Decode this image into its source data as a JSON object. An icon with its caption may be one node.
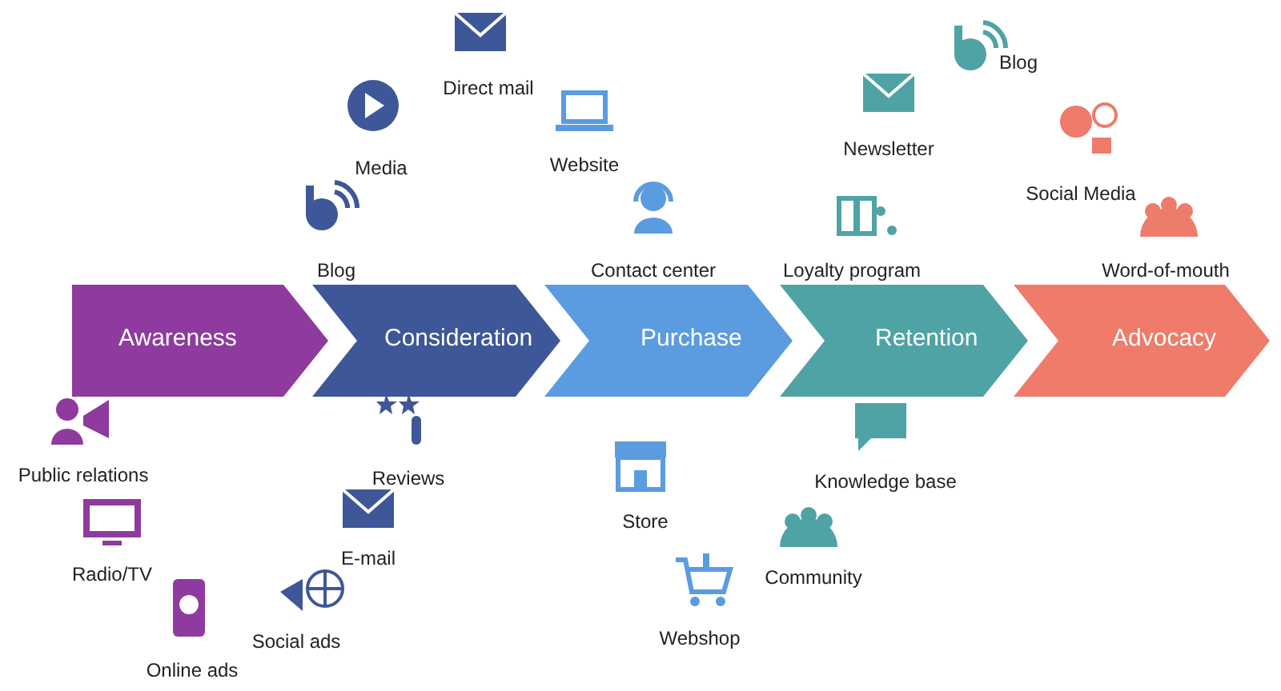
{
  "diagram": {
    "nodes": [
      {
        "text": [
          "Awareness"
        ]
      },
      {
        "text": [
          "Consideration"
        ]
      },
      {
        "text": [
          "Purchase"
        ]
      },
      {
        "text": [
          "Retention"
        ]
      },
      {
        "text": [
          "Advocacy"
        ]
      }
    ],
    "edges": [],
    "labels": [
      "Direct mail",
      "Media",
      "Website",
      "Blog",
      "Contact center",
      "Newsletter",
      "Blog",
      "Social Media",
      "Loyalty program",
      "Word-of-mouth",
      "Public relations",
      "Reviews",
      "Radio/TV",
      "E-mail",
      "Store",
      "Knowledge base",
      "Community",
      "Social ads",
      "Online ads",
      "Webshop"
    ]
  }
}
